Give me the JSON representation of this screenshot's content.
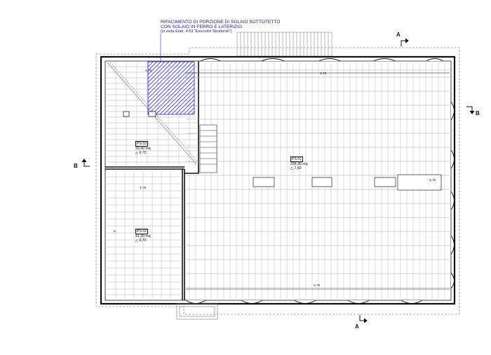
{
  "note": {
    "line1": "RIFACIMENTO DI PORZIONE DI SOLAIO SOTTOTETTO",
    "line2": "CON SOLAIO IN FERRO E LATERIZIO",
    "line3": "(si veda Elab. 4.03 \"Esecutivi Strutturali\")",
    "color": "#1a1aa8"
  },
  "section_marks": {
    "a_top": "A",
    "a_bottom": "A",
    "b_left": "B",
    "b_right": "B"
  },
  "rooms": [
    {
      "code": "PS.03",
      "area": "29,40 mq",
      "elevation": "6,70"
    },
    {
      "code": "PS.02",
      "area": "41,30 mq",
      "elevation": "6,70"
    },
    {
      "code": "PS.01",
      "area": "258,30 mq",
      "elevation": "7,60"
    }
  ],
  "dimensions": {
    "d1": "9,75",
    "d2": "4,75",
    "d3": "4,75",
    "d4": "5",
    "d5": "4,75",
    "d6": "0,75"
  },
  "colors": {
    "hatch": "#2b2bd6",
    "walls": "#111111",
    "lines": "#555555"
  }
}
